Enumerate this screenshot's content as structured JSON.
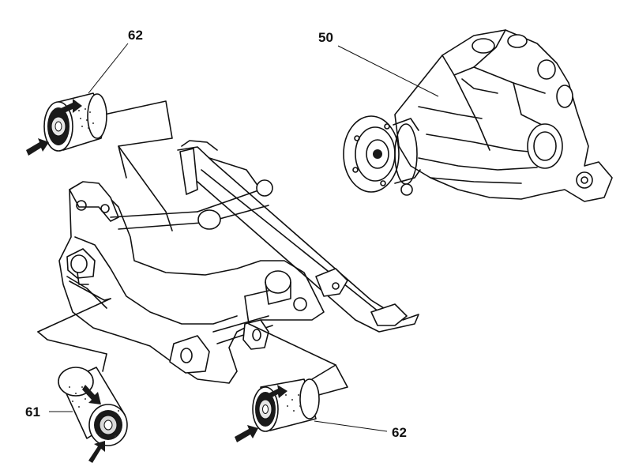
{
  "callouts": {
    "bushing_top_left": "62",
    "differential": "50",
    "bushing_bottom_left": "61",
    "bushing_bottom_right": "62"
  }
}
